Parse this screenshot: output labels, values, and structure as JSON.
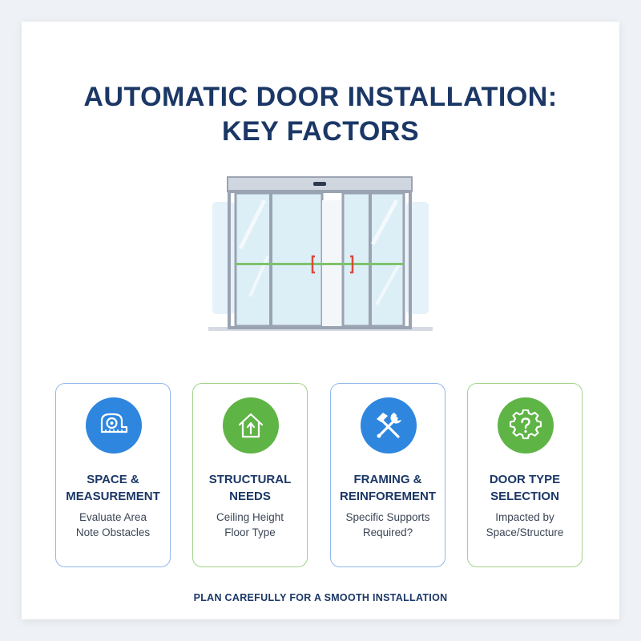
{
  "title": {
    "line1": "AUTOMATIC DOOR INSTALLATION:",
    "line2": "KEY FACTORS"
  },
  "illustration": {
    "icon": "sliding-glass-door-icon",
    "frame_color": "#9aa3b2",
    "glass_color": "#dceef6",
    "sensor_color": "#7dc36b",
    "handle_color": "#d9493b"
  },
  "cards": [
    {
      "icon": "tape-measure-icon",
      "accent": "#2e86de",
      "title_line1": "SPACE &",
      "title_line2": "MEASUREMENT",
      "desc_line1": "Evaluate Area",
      "desc_line2": "Note Obstacles"
    },
    {
      "icon": "house-arrow-up-icon",
      "accent": "#5fb446",
      "title_line1": "STRUCTURAL",
      "title_line2": "NEEDS",
      "desc_line1": "Ceiling Height",
      "desc_line2": "Floor Type"
    },
    {
      "icon": "hammer-wrench-icon",
      "accent": "#2e86de",
      "title_line1": "FRAMING &",
      "title_line2": "REINFOREMENT",
      "desc_line1": "Specific Supports",
      "desc_line2": "Required?"
    },
    {
      "icon": "gear-question-icon",
      "accent": "#5fb446",
      "title_line1": "DOOR TYPE",
      "title_line2": "SELECTION",
      "desc_line1": "Impacted by",
      "desc_line2": "Space/Structure"
    }
  ],
  "footer": "PLAN CAREFULLY FOR A SMOOTH INSTALLATION"
}
